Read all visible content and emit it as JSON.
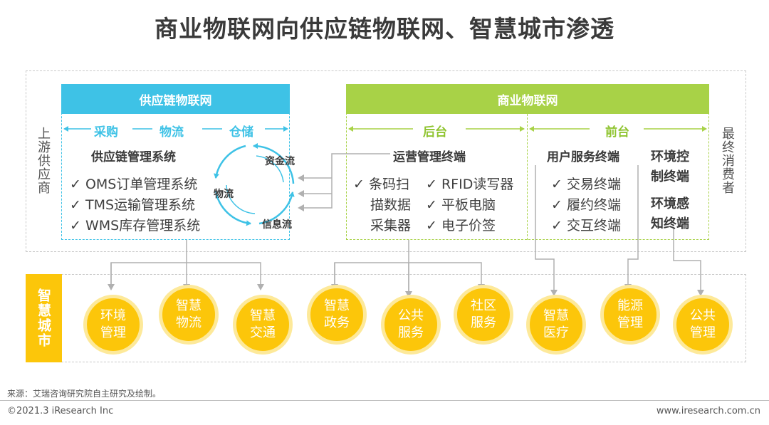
{
  "title": "商业物联网向供应链物联网、智慧城市渗透",
  "left_side_label": "上游供应商",
  "right_side_label": "最终消费者",
  "supply_chain": {
    "header": "供应链物联网",
    "flow_labels": [
      "采购",
      "物流",
      "仓储"
    ],
    "system_title": "供应链管理系统",
    "items": [
      "✓ OMS订单管理系统",
      "✓ TMS运输管理系统",
      "✓ WMS库存管理系统"
    ],
    "cycle_labels": {
      "funds": "资金流",
      "logistics": "物流",
      "info": "信息流"
    }
  },
  "business_iot": {
    "header": "商业物联网",
    "backend": {
      "label": "后台",
      "title": "运营管理终端",
      "col1": [
        "✓ 条码扫",
        "描数据",
        "采集器"
      ],
      "col2": [
        "✓ RFID读写器",
        "✓ 平板电脑",
        "✓ 电子价签"
      ]
    },
    "frontend": {
      "label": "前台",
      "user_title": "用户服务终端",
      "user_items": [
        "✓ 交易终端",
        "✓ 履约终端",
        "✓ 交互终端"
      ],
      "env_control": [
        "环境控",
        "制终端"
      ],
      "env_sense": [
        "环境感",
        "知终端"
      ]
    }
  },
  "smart_city": {
    "label": "智慧城市",
    "circles": [
      {
        "line1": "环境",
        "line2": "管理"
      },
      {
        "line1": "智慧",
        "line2": "物流"
      },
      {
        "line1": "智慧",
        "line2": "交通"
      },
      {
        "line1": "智慧",
        "line2": "政务"
      },
      {
        "line1": "公共",
        "line2": "服务"
      },
      {
        "line1": "社区",
        "line2": "服务"
      },
      {
        "line1": "智慧",
        "line2": "医疗"
      },
      {
        "line1": "能源",
        "line2": "管理"
      },
      {
        "line1": "公共",
        "line2": "管理"
      }
    ]
  },
  "footer": {
    "source": "来源：艾瑞咨询研究院自主研究及绘制。",
    "copyright": "©2021.3 iResearch Inc",
    "website": "www.iresearch.com.cn"
  },
  "colors": {
    "blue": "#3ec2e6",
    "green": "#a8d247",
    "yellow": "#fcc60a"
  }
}
